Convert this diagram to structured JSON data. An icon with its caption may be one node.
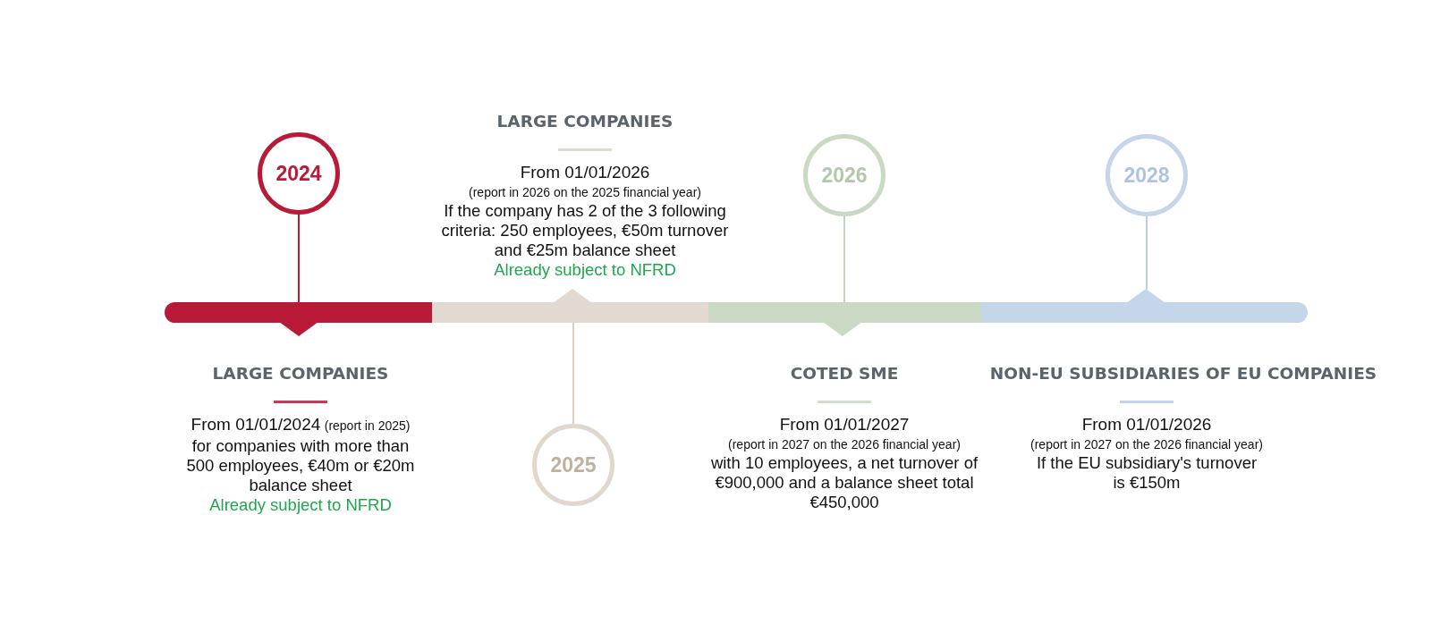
{
  "diagram": {
    "nodes": [
      {
        "text": [
          "2024"
        ]
      },
      {
        "text": [],
        "shape": "bar",
        "beside": [
          "LARGE COMPANIES",
          "From 01/01/2024",
          "(report in 2025)",
          "for companies with more than 500 employees, €40m or €20m balance sheet",
          "Already subject to NFRD"
        ]
      },
      {
        "text": [
          "2025"
        ]
      },
      {
        "text": [],
        "shape": "bar",
        "beside": [
          "LARGE COMPANIES",
          "From 01/01/2026",
          "(report in 2026 on the 2025 financial year)",
          "If the company has 2 of the 3 following criteria: 250 employees, €50m turnover and €25m balance sheet",
          "Already subject to NFRD"
        ]
      },
      {
        "text": [
          "2026"
        ]
      },
      {
        "text": [],
        "shape": "bar",
        "beside": [
          "COTED SME",
          "From 01/01/2027",
          "(report in 2027 on the 2026 financial year)",
          "with 10 employees, a net turnover of €900,000 and a balance sheet total €450,000"
        ]
      },
      {
        "text": [
          "2028"
        ]
      },
      {
        "text": [],
        "shape": "bar",
        "beside": [
          "NON-EU SUBSIDIARIES OF EU COMPANIES",
          "From 01/01/2026",
          "(report in 2027 on the 2026 financial year)",
          "If the EU subsidiary's turnover is €150m"
        ]
      }
    ],
    "edges": [
      {
        "from": 0,
        "to": 1,
        "arrow": "none",
        "color": "#b81a37"
      },
      {
        "from": 2,
        "to": 3,
        "arrow": "none",
        "color": "#d9cfc4"
      },
      {
        "from": 4,
        "to": 5,
        "arrow": "none",
        "color": "#c2d4bb"
      },
      {
        "from": 6,
        "to": 7,
        "arrow": "none",
        "color": "#bccde4"
      }
    ]
  }
}
